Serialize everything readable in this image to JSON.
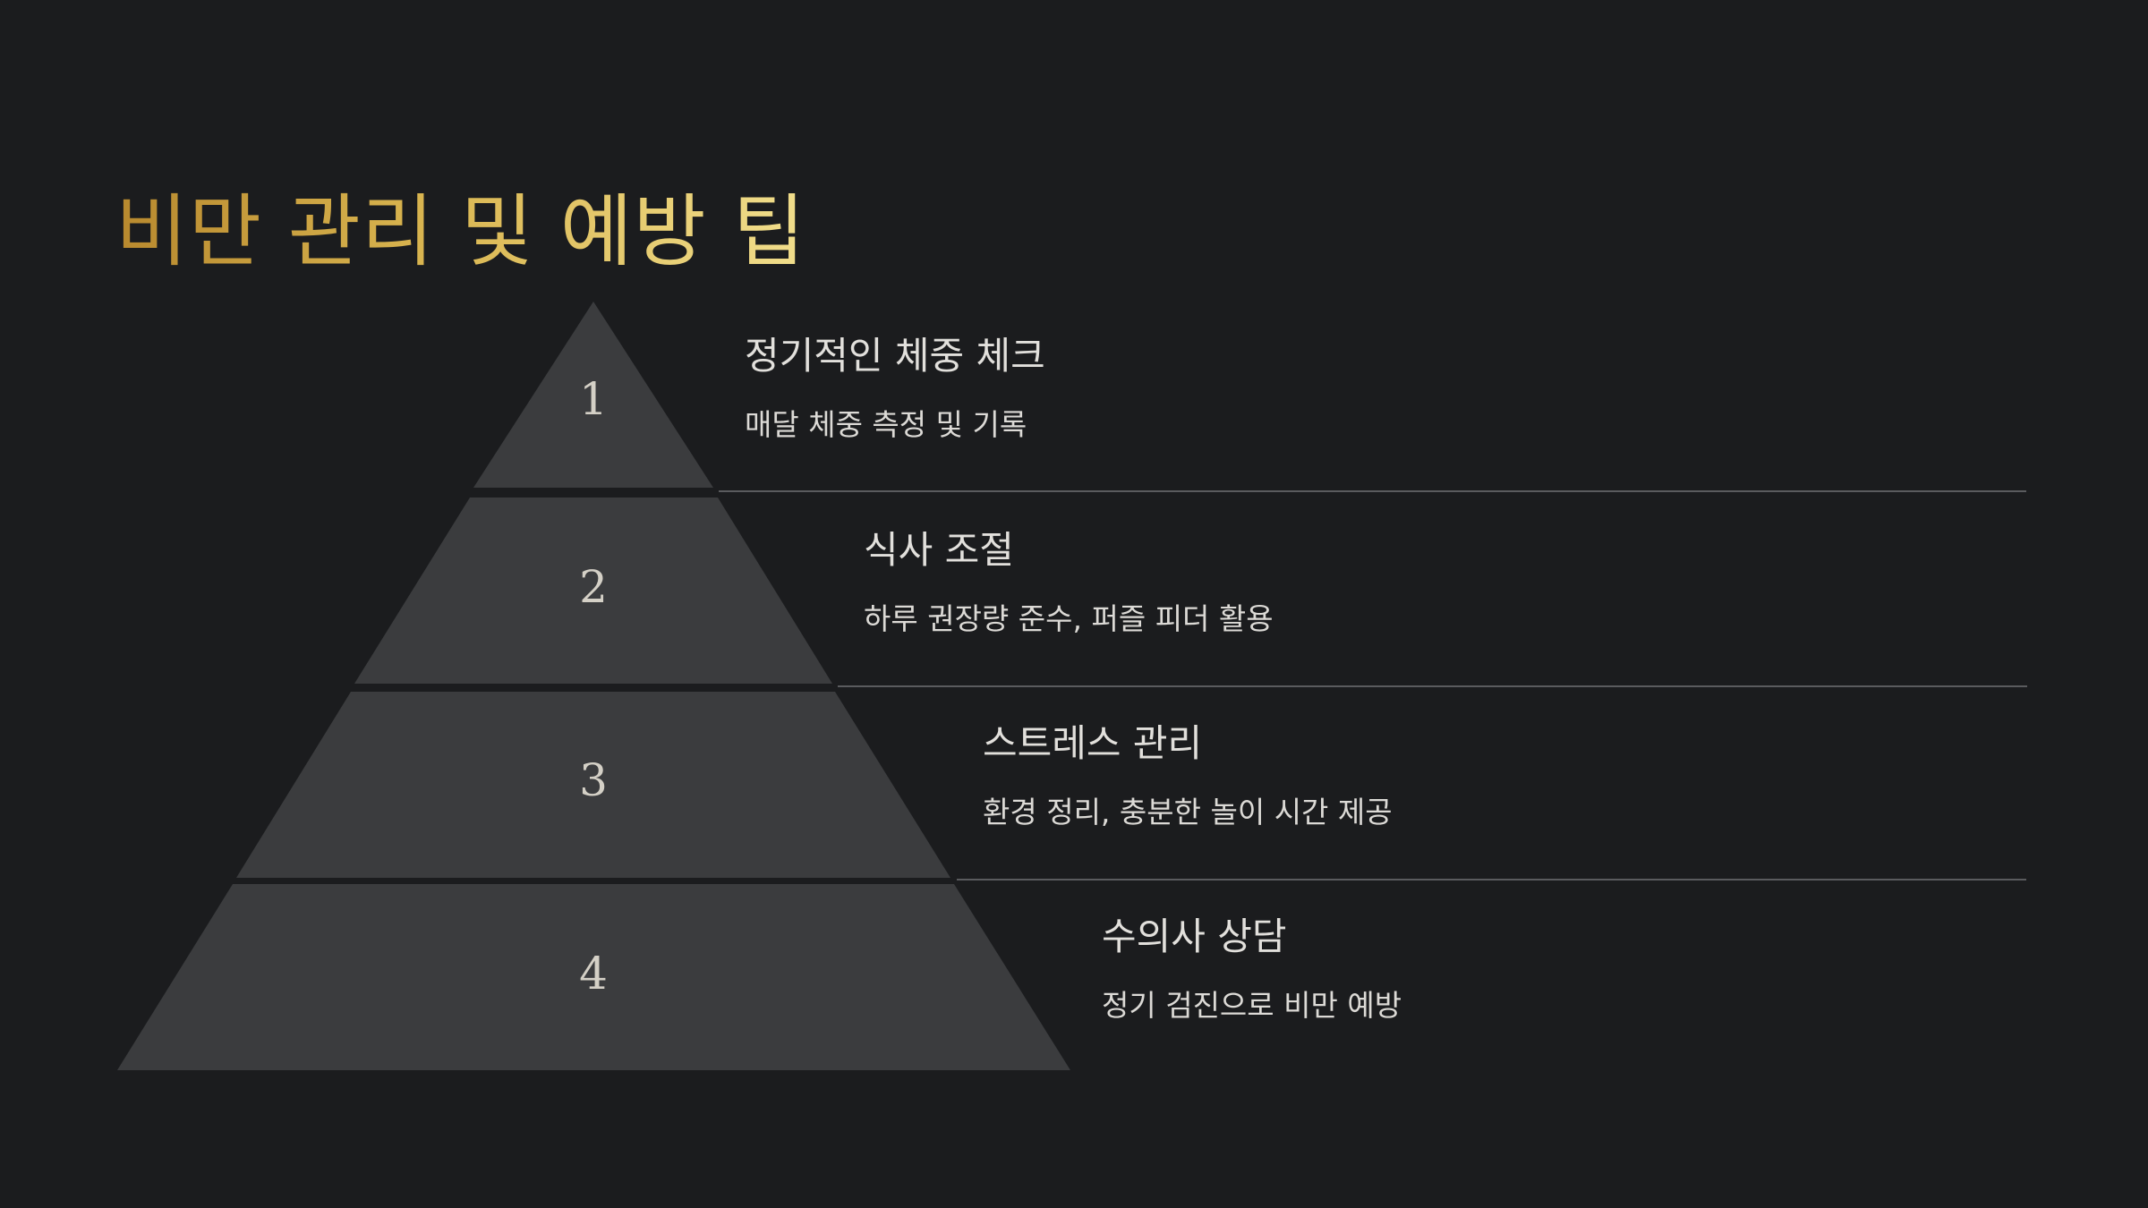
{
  "slide": {
    "title": "비만 관리 및 예방 팁"
  },
  "pyramid": {
    "tiers": [
      {
        "number": "1",
        "heading": "정기적인 체중 체크",
        "description": "매달 체중 측정 및 기록"
      },
      {
        "number": "2",
        "heading": "식사 조절",
        "description": "하루 권장량 준수, 퍼즐 피더 활용"
      },
      {
        "number": "3",
        "heading": "스트레스 관리",
        "description": "환경 정리, 충분한 놀이 시간 제공"
      },
      {
        "number": "4",
        "heading": "수의사 상담",
        "description": "정기 검진으로 비만 예방"
      }
    ]
  },
  "colors": {
    "background": "#1b1c1e",
    "tier_fill": "#3b3c3e",
    "title_gradient_start": "#b8892e",
    "title_gradient_end": "#f1de8c",
    "divider": "#5a5b5e"
  }
}
